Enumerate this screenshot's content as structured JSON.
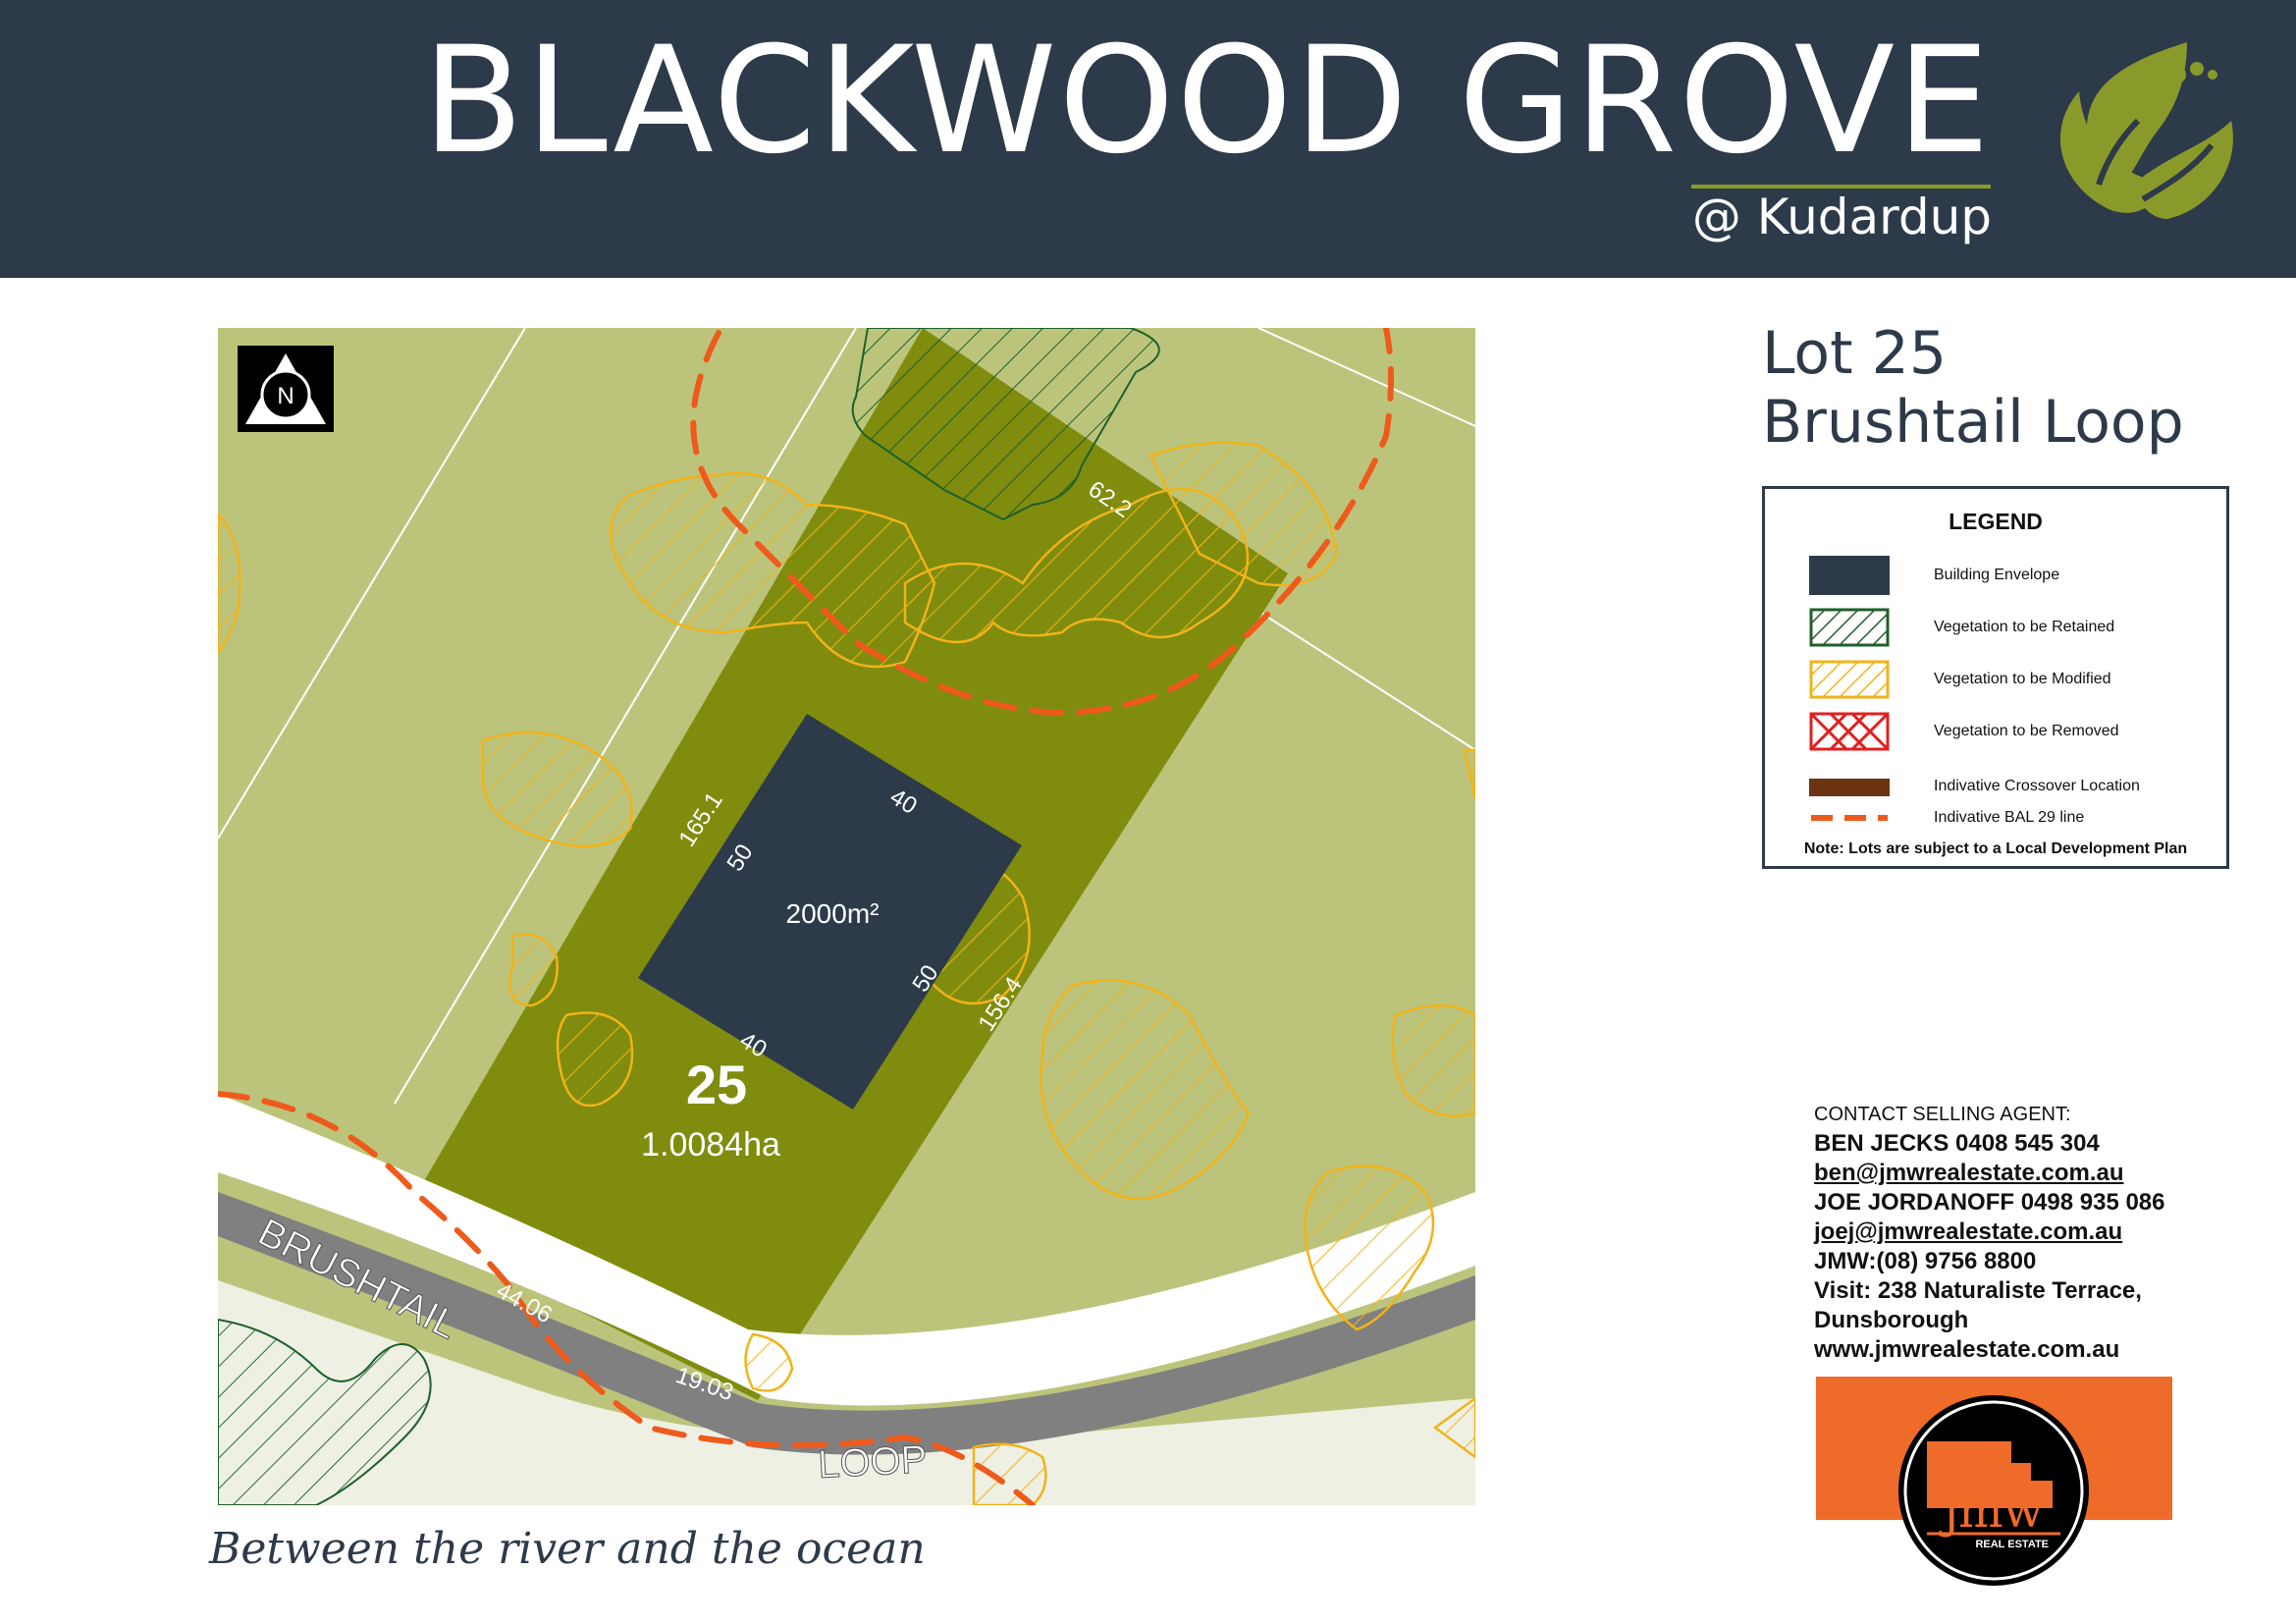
{
  "header": {
    "title": "BLACKWOOD GROVE",
    "subtitle": "@  Kudardup"
  },
  "lot": {
    "line1": "Lot 25",
    "line2": "Brushtail Loop"
  },
  "legend": {
    "title": "LEGEND",
    "items": [
      {
        "label": "Building Envelope",
        "color": "#2d3a4a"
      },
      {
        "label": "Vegetation to be Retained",
        "color": "#1f5f2a"
      },
      {
        "label": "Vegetation to be Modified",
        "color": "#f2b318"
      },
      {
        "label": "Vegetation to be Removed",
        "color": "#e02020"
      },
      {
        "label": "Indivative Crossover Location",
        "color": "#6b3410"
      },
      {
        "label": "Indivative BAL 29 line",
        "color": "#ee5a1c"
      }
    ],
    "note": "Note: Lots are subject to a Local Development Plan"
  },
  "map": {
    "north_label": "N",
    "lot_number": "25",
    "lot_area": "1.0084ha",
    "envelope_area": "2000m²",
    "dims": {
      "top": "62.2",
      "left": "165.1",
      "right": "156.4",
      "front_a": "44.06",
      "front_b": "19.03",
      "env_top": "40",
      "env_left": "50",
      "env_right": "50",
      "env_bottom": "40"
    },
    "road_a": "BRUSHTAIL",
    "road_b": "LOOP",
    "colors": {
      "surround": "#bcc47c",
      "lot": "#7f8c0e",
      "road": "#808080"
    }
  },
  "contact": {
    "heading": "CONTACT SELLING AGENT:",
    "agent1": "BEN JECKS   0408 545 304",
    "email1": "ben@jmwrealestate.com.au",
    "agent2": "JOE JORDANOFF 0498 935 086",
    "email2": "joej@jmwrealestate.com.au",
    "phone": "JMW:(08) 9756 8800",
    "visit1": "Visit: 238 Naturaliste Terrace,",
    "visit2": "Dunsborough",
    "website": "www.jmwrealestate.com.au"
  },
  "agency": {
    "logo_text": "jmw",
    "logo_sub": "REAL ESTATE",
    "orange": "#ef6b2a"
  },
  "tagline": "Between the river and the ocean"
}
